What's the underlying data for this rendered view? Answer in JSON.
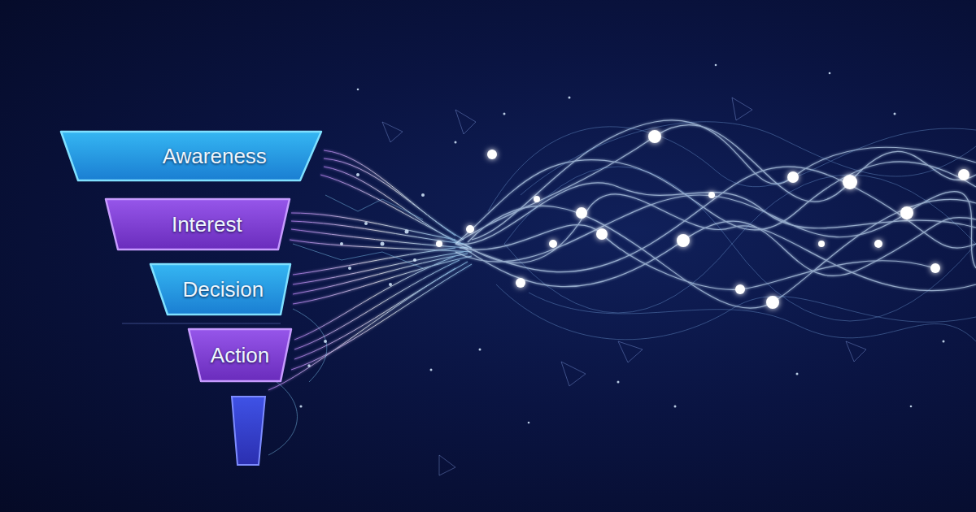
{
  "diagram": {
    "nodes": [
      {
        "text": [
          "Awareness"
        ]
      },
      {
        "text": [
          "Interest"
        ]
      },
      {
        "text": [
          "Decision"
        ]
      },
      {
        "text": [
          "Action"
        ]
      }
    ]
  }
}
